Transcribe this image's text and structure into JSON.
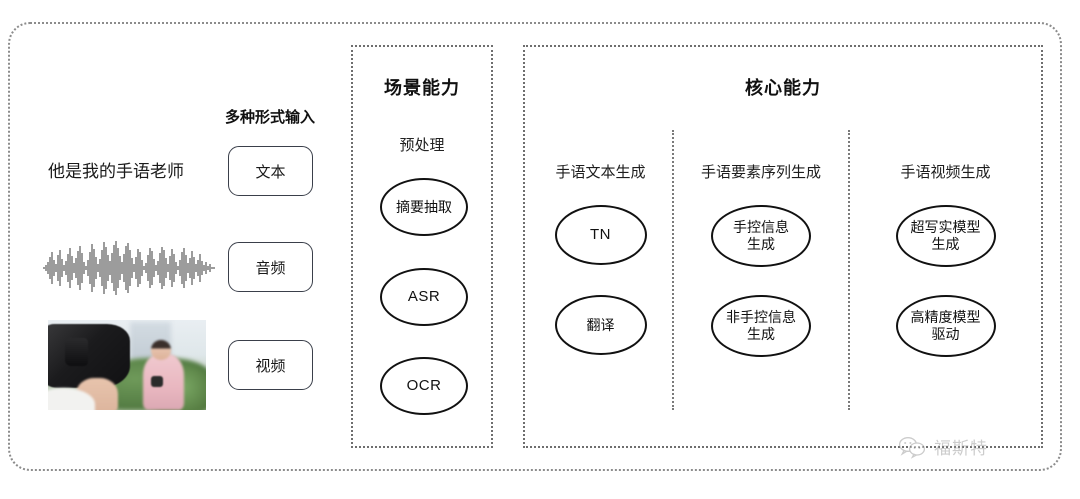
{
  "diagram": {
    "input_section": {
      "caption": "多种形式输入",
      "modalities": [
        {
          "sample_text": "他是我的手语老师",
          "button_label": "文本",
          "media": "text-sample"
        },
        {
          "sample_text": "",
          "button_label": "音频",
          "media": "audio-waveform"
        },
        {
          "sample_text": "",
          "button_label": "视频",
          "media": "video-thumbnail"
        }
      ]
    },
    "scene_panel": {
      "title": "场景能力",
      "subtitle": "预处理",
      "nodes": [
        {
          "label": "摘要抽取",
          "script": "cjk"
        },
        {
          "label": "ASR",
          "script": "latin"
        },
        {
          "label": "OCR",
          "script": "latin"
        }
      ]
    },
    "core_panel": {
      "title": "核心能力",
      "columns": [
        {
          "heading": "手语文本生成",
          "nodes": [
            {
              "label": "TN",
              "script": "latin"
            },
            {
              "label": "翻译",
              "script": "cjk"
            }
          ]
        },
        {
          "heading": "手语要素序列生成",
          "nodes": [
            {
              "label": "手控信息\n生成",
              "script": "cjk"
            },
            {
              "label": "非手控信息\n生成",
              "script": "cjk"
            }
          ]
        },
        {
          "heading": "手语视频生成",
          "nodes": [
            {
              "label": "超写实模型\n生成",
              "script": "cjk"
            },
            {
              "label": "高精度模型\n驱动",
              "script": "cjk"
            }
          ]
        }
      ]
    },
    "watermark": {
      "label": "福斯特",
      "icon": "wechat-icon"
    },
    "colors": {
      "frame_dotted": "#8c8c8c",
      "panel_dotted": "#6e6e6e",
      "node_outline": "#111111",
      "button_outline": "#3a3f4a",
      "text": "#1a1a1a",
      "watermark": "#9a9a9a",
      "background": "#ffffff"
    }
  }
}
